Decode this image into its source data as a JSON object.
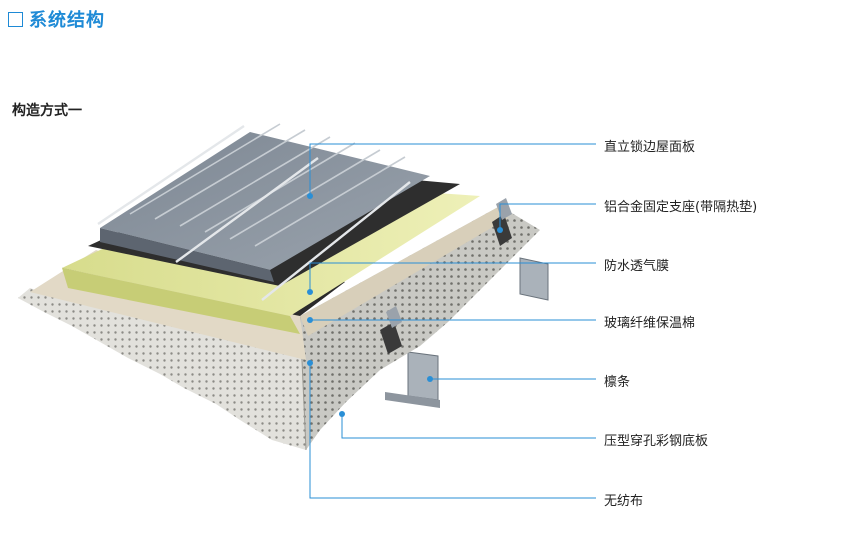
{
  "header": {
    "title": "系统结构"
  },
  "section": {
    "subtitle": "构造方式一"
  },
  "colors": {
    "accent": "#1e8ad6",
    "leader": "#2a8fd6"
  },
  "layers": [
    {
      "label": "直立锁边屋面板"
    },
    {
      "label": "铝合金固定支座(带隔热垫)"
    },
    {
      "label": "防水透气膜"
    },
    {
      "label": "玻璃纤维保温棉"
    },
    {
      "label": "檩条"
    },
    {
      "label": "压型穿孔彩钢底板"
    },
    {
      "label": "无纺布"
    }
  ]
}
